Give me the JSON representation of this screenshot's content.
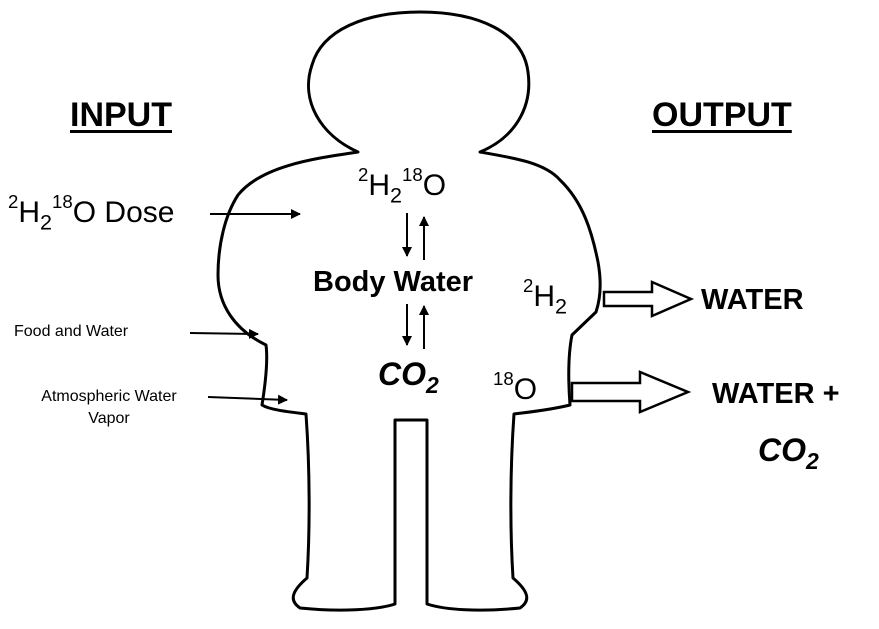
{
  "headings": {
    "input": "INPUT",
    "output": "OUTPUT"
  },
  "inputs": {
    "dose": {
      "pre_sup": "2",
      "h": "H",
      "h_sub": "2",
      "sup2": "18",
      "o": "O",
      "rest": " Dose"
    },
    "food": "Food and Water",
    "atmospheric_line1": "Atmospheric Water",
    "atmospheric_line2": "Vapor"
  },
  "body": {
    "formula": {
      "pre_sup": "2",
      "h": "H",
      "h_sub": "2",
      "sup2": "18",
      "o": "O"
    },
    "body_water": "Body Water",
    "co2": {
      "base": "CO",
      "sub": "2"
    }
  },
  "outputs": {
    "h2": {
      "pre_sup": "2",
      "base": "H",
      "sub": "2"
    },
    "water_label": "WATER",
    "o18": {
      "pre_sup": "18",
      "base": "O"
    },
    "water_plus": "WATER +",
    "co2": {
      "base": "CO",
      "sub": "2"
    }
  },
  "colors": {
    "ink": "#000000",
    "background": "#ffffff",
    "arrow_fill": "#ffffff"
  }
}
